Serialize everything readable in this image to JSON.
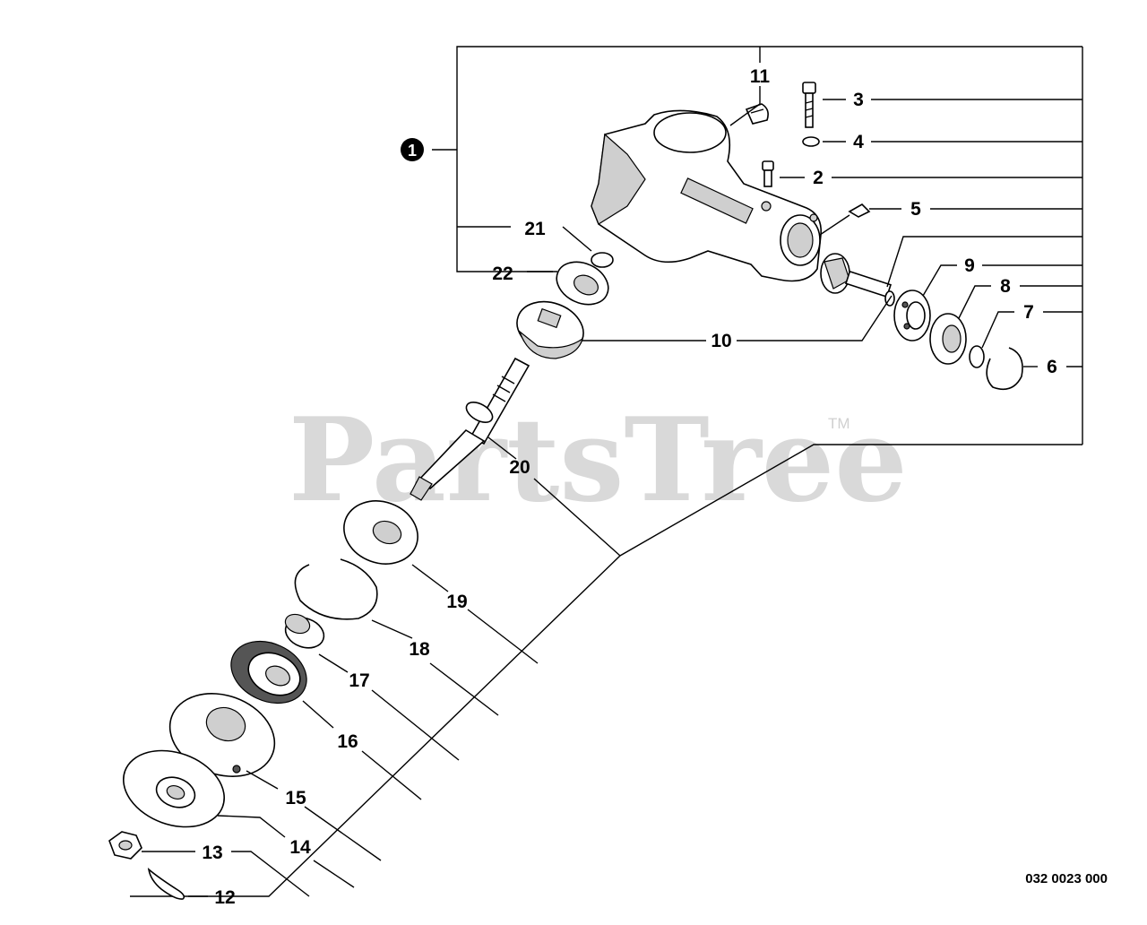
{
  "watermark": {
    "text": "PartsTree",
    "trademark": "TM"
  },
  "assembly_badge": "1",
  "drawing_code": "032 0023 000",
  "callouts": {
    "c2": "2",
    "c3": "3",
    "c4": "4",
    "c5": "5",
    "c6": "6",
    "c7": "7",
    "c8": "8",
    "c9": "9",
    "c10": "10",
    "c11": "11",
    "c12": "12",
    "c13": "13",
    "c14": "14",
    "c15": "15",
    "c16": "16",
    "c17": "17",
    "c18": "18",
    "c19": "19",
    "c20": "20",
    "c21": "21",
    "c22": "22"
  },
  "colors": {
    "line": "#000000",
    "watermark": "#d9d9d9",
    "background": "#ffffff"
  }
}
